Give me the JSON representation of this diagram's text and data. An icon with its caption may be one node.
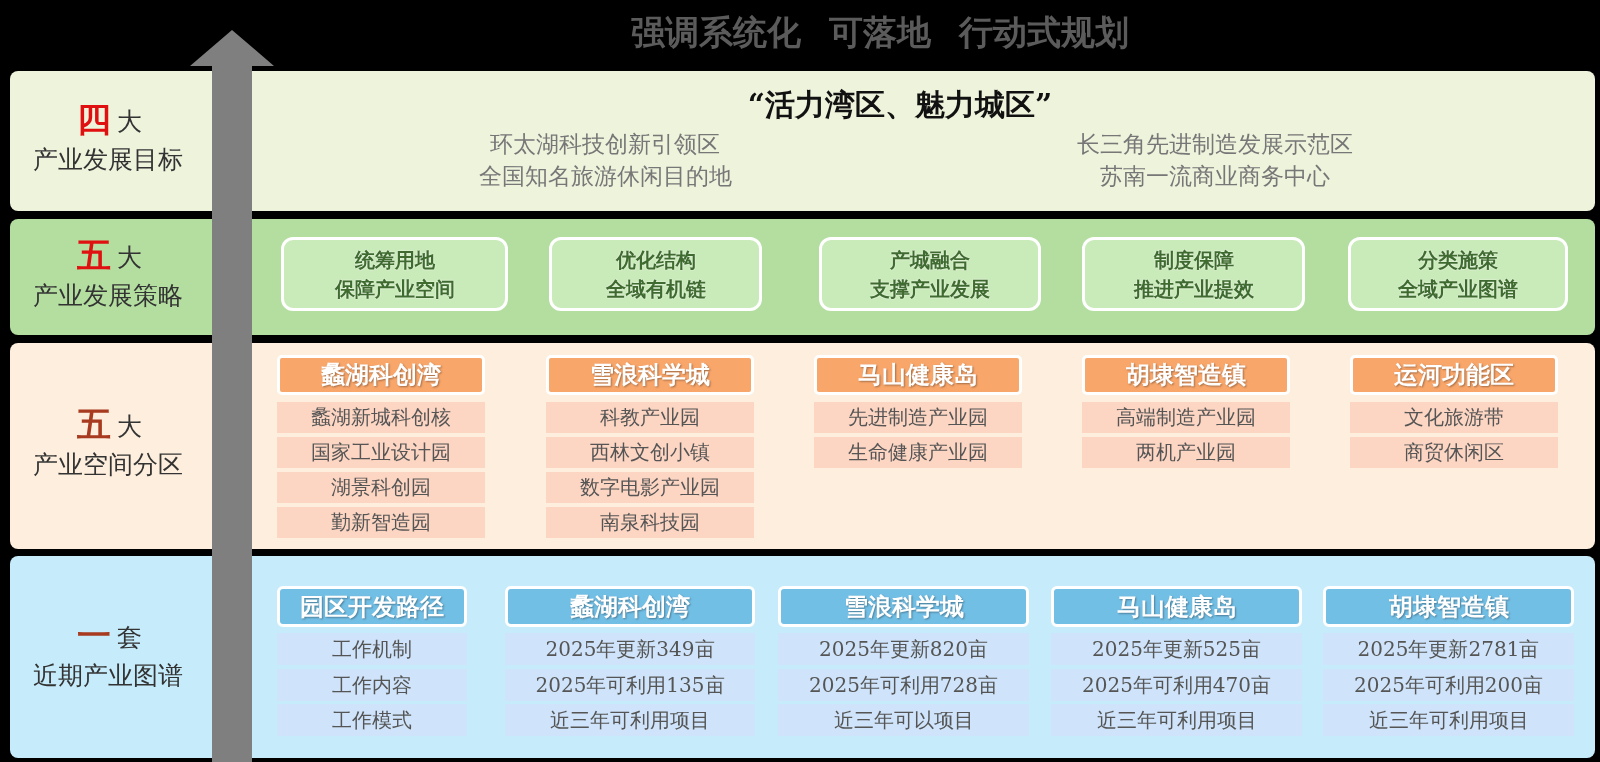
{
  "diagram": {
    "title": "强调系统化 可落地 行动式规划",
    "nodes": [
      {
        "text": [
          "四",
          "大",
          "产业发展目标",
          "“活力湾区、魅力城区”",
          "环太湖科技创新引领区",
          "全国知名旅游休闲目的地",
          "长三角先进制造发展示范区",
          "苏南一流商业商务中心"
        ]
      },
      {
        "text": [
          "五",
          "大",
          "产业发展策略"
        ]
      },
      {
        "text": [
          "统筹用地",
          "保障产业空间"
        ],
        "in": 1
      },
      {
        "text": [
          "优化结构",
          "全域有机链"
        ],
        "in": 1
      },
      {
        "text": [
          "产城融合",
          "支撑产业发展"
        ],
        "in": 1
      },
      {
        "text": [
          "制度保障",
          "推进产业提效"
        ],
        "in": 1
      },
      {
        "text": [
          "分类施策",
          "全域产业图谱"
        ],
        "in": 1
      },
      {
        "text": [
          "五",
          "大",
          "产业空间分区"
        ]
      },
      {
        "text": [
          "蠡湖科创湾"
        ],
        "in": 7
      },
      {
        "text": [
          "蠡湖新城科创核"
        ],
        "in": 7
      },
      {
        "text": [
          "国家工业设计园"
        ],
        "in": 7
      },
      {
        "text": [
          "湖景科创园"
        ],
        "in": 7
      },
      {
        "text": [
          "勤新智造园"
        ],
        "in": 7
      },
      {
        "text": [
          "雪浪科学城"
        ],
        "in": 7
      },
      {
        "text": [
          "科教产业园"
        ],
        "in": 7
      },
      {
        "text": [
          "西林文创小镇"
        ],
        "in": 7
      },
      {
        "text": [
          "数字电影产业园"
        ],
        "in": 7
      },
      {
        "text": [
          "南泉科技园"
        ],
        "in": 7
      },
      {
        "text": [
          "马山健康岛"
        ],
        "in": 7
      },
      {
        "text": [
          "先进制造产业园"
        ],
        "in": 7
      },
      {
        "text": [
          "生命健康产业园"
        ],
        "in": 7
      },
      {
        "text": [
          "胡埭智造镇"
        ],
        "in": 7
      },
      {
        "text": [
          "高端制造产业园"
        ],
        "in": 7
      },
      {
        "text": [
          "两机产业园"
        ],
        "in": 7
      },
      {
        "text": [
          "运河功能区"
        ],
        "in": 7
      },
      {
        "text": [
          "文化旅游带"
        ],
        "in": 7
      },
      {
        "text": [
          "商贸休闲区"
        ],
        "in": 7
      },
      {
        "text": [
          "一",
          "套",
          "近期产业图谱"
        ]
      },
      {
        "text": [
          "园区开发路径"
        ],
        "in": 27
      },
      {
        "text": [
          "工作机制"
        ],
        "in": 27
      },
      {
        "text": [
          "工作内容"
        ],
        "in": 27
      },
      {
        "text": [
          "工作模式"
        ],
        "in": 27
      },
      {
        "text": [
          "蠡湖科创湾"
        ],
        "in": 27
      },
      {
        "text": [
          "2025年更新349亩"
        ],
        "in": 27
      },
      {
        "text": [
          "2025年可利用135亩"
        ],
        "in": 27
      },
      {
        "text": [
          "近三年可利用项目"
        ],
        "in": 27
      },
      {
        "text": [
          "雪浪科学城"
        ],
        "in": 27
      },
      {
        "text": [
          "2025年更新820亩"
        ],
        "in": 27
      },
      {
        "text": [
          "2025年可利用728亩"
        ],
        "in": 27
      },
      {
        "text": [
          "近三年可以项目"
        ],
        "in": 27
      },
      {
        "text": [
          "马山健康岛"
        ],
        "in": 27
      },
      {
        "text": [
          "2025年更新525亩"
        ],
        "in": 27
      },
      {
        "text": [
          "2025年可利用470亩"
        ],
        "in": 27
      },
      {
        "text": [
          "近三年可利用项目"
        ],
        "in": 27
      },
      {
        "text": [
          "胡埭智造镇"
        ],
        "in": 27
      },
      {
        "text": [
          "2025年更新2781亩"
        ],
        "in": 27
      },
      {
        "text": [
          "2025年可利用200亩"
        ],
        "in": 27
      },
      {
        "text": [
          "近三年可利用项目"
        ],
        "in": 27
      }
    ],
    "edges": []
  }
}
